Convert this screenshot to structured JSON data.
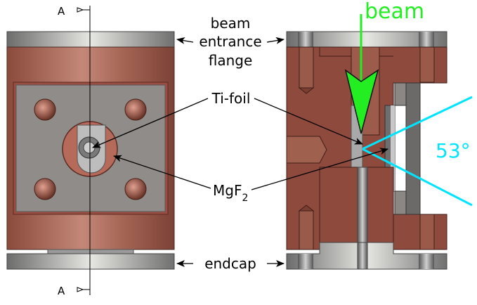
{
  "labels": {
    "beam_entrance_line1": "beam",
    "beam_entrance_line2": "entrance",
    "beam_entrance_line3": "flange",
    "ti_foil": "Ti-foil",
    "mgf2_main": "MgF",
    "mgf2_sub": "2",
    "endcap": "endcap",
    "section_top": "A",
    "section_bottom": "A",
    "beam": "beam",
    "angle": "53°"
  },
  "colors": {
    "copper": "#a05a4a",
    "copper_dark": "#6e3a30",
    "steel": "#9a9a9a",
    "gray_plate": "#8c8a87",
    "beam_green": "#22ee22",
    "angle_cyan": "#00e5ff"
  }
}
